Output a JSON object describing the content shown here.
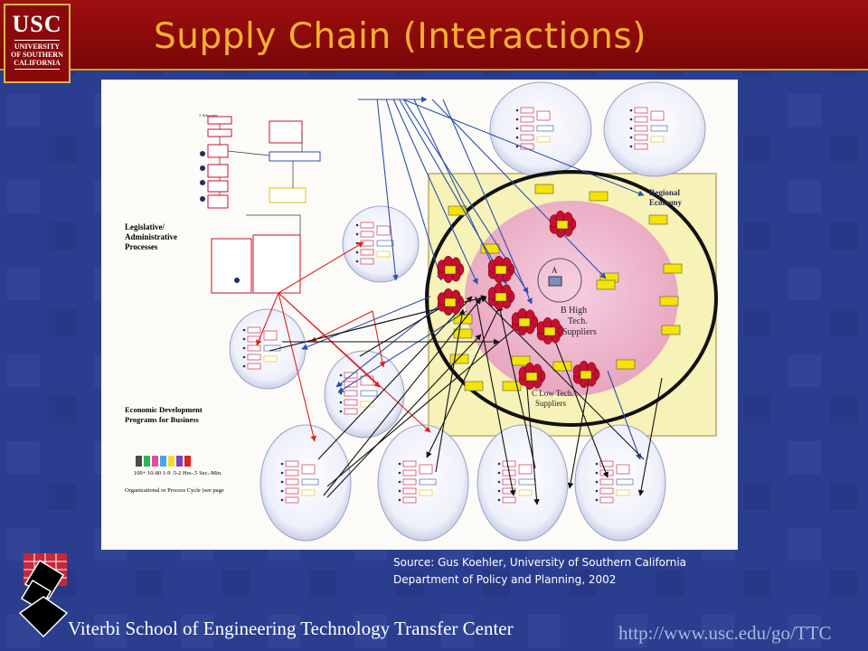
{
  "header": {
    "title": "Supply Chain (Interactions)",
    "logo": {
      "wordmark": "USC",
      "line1": "UNIVERSITY",
      "line2": "OF SOUTHERN",
      "line3": "CALIFORNIA"
    }
  },
  "diagram": {
    "heading_legislative": [
      "Legislative/",
      "Administrative",
      "Processes"
    ],
    "heading_economic": [
      "Economic Development",
      "Programs for Business"
    ],
    "regional_economy": [
      "Regional",
      "Economy"
    ],
    "core_label": "A",
    "high_tech": [
      "B High",
      "Tech.",
      "Suppliers"
    ],
    "low_tech": [
      "C Low  Tech.",
      "Suppliers"
    ],
    "cycle_scale": "100+  10-80  1-9  .5-2   Hrs-.5   Sec.-Min.",
    "cycle_caption": "Organizational or Process Cycle (see page",
    "colors": {
      "outer_box": "#f6f2b8",
      "pink_zone": "#f2b4c6",
      "node_red": "#c8102e",
      "node_yellow": "#f4e400",
      "arrow_blue": "#2a4fb0",
      "arrow_red": "#e02020",
      "arrow_black": "#111111"
    }
  },
  "source": {
    "line1": "Source: Gus Koehler, University of Southern California",
    "line2": "Department of Policy and Planning, 2002"
  },
  "footer": {
    "left": "Viterbi School of Engineering Technology Transfer Center",
    "url": "http://www.usc.edu/go/TTC"
  }
}
